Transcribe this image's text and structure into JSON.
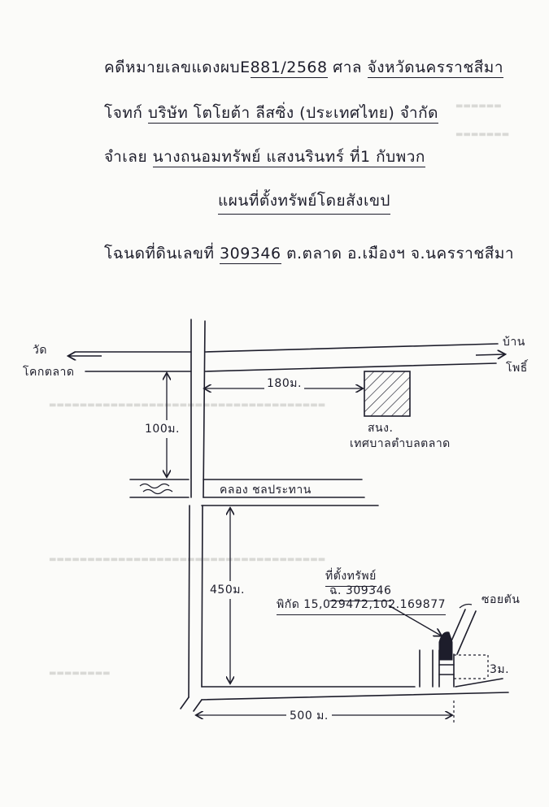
{
  "header": {
    "case_prefix": "คดีหมายเลขแดงผบE",
    "case_number": "881/2568",
    "court_prefix": "ศาล",
    "court_name": "จังหวัดนครราชสีมา",
    "plaintiff_label": "โจทก์",
    "plaintiff_name": "บริษัท โตโยต้า ลีสซิ่ง (ประเทศไทย) จำกัด",
    "defendant_label": "จำเลย",
    "defendant_name": "นางถนอมทรัพย์ แสงนรินทร์ ที่1 กับพวก",
    "map_title": "แผนที่ตั้งทรัพย์โดยสังเขป",
    "deed_prefix": "โฉนดที่ดินเลขที่",
    "deed_number": "309346",
    "deed_location": "ต.ตลาด อ.เมืองฯ จ.นครราชสีมา"
  },
  "map": {
    "label_temple": "วัด",
    "label_temple_2": "โคกตลาด",
    "label_village": "บ้าน",
    "label_village_2": "โพธิ์",
    "dist_top_horizontal": "180ม.",
    "dist_left_vertical": "100ม.",
    "office_label_1": "สนง.",
    "office_label_2": "เทศบาลตำบลตลาด",
    "canal_label": "คลอง ชลประทาน",
    "dist_lower_vertical": "450ม.",
    "property_label": "ที่ตั้งทรัพย์",
    "property_deed": "ฉ. 309346",
    "property_coords": "พิกัด 15,029472,102.169877",
    "soi_label": "ซอยตัน",
    "soi_width": "3ม.",
    "dist_bottom": "500 ม."
  }
}
